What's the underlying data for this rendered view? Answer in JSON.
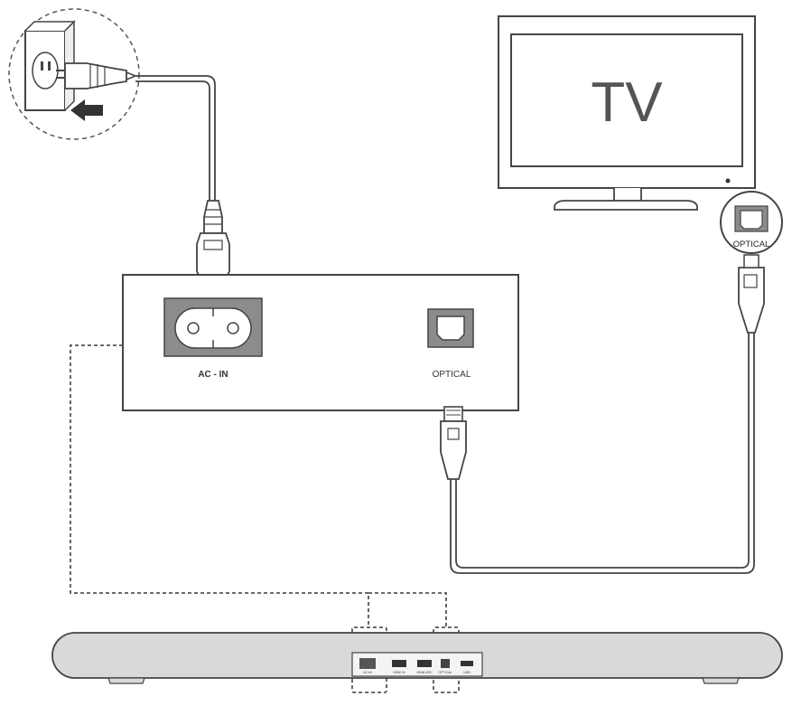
{
  "tv": {
    "label": "TV"
  },
  "tv_port": {
    "label": "OPTICAL"
  },
  "panel": {
    "ac_label": "AC - IN",
    "optical_label": "OPTICAL"
  },
  "soundbar": {
    "port_labels": [
      "AC-IN",
      "HDMI IN",
      "HDMI ARC",
      "OPTICAL",
      "USB"
    ]
  },
  "colors": {
    "line": "#444444",
    "port_fill": "#8c8c8c",
    "soundbar_fill": "#d9d9d9",
    "dash": "#555555"
  }
}
